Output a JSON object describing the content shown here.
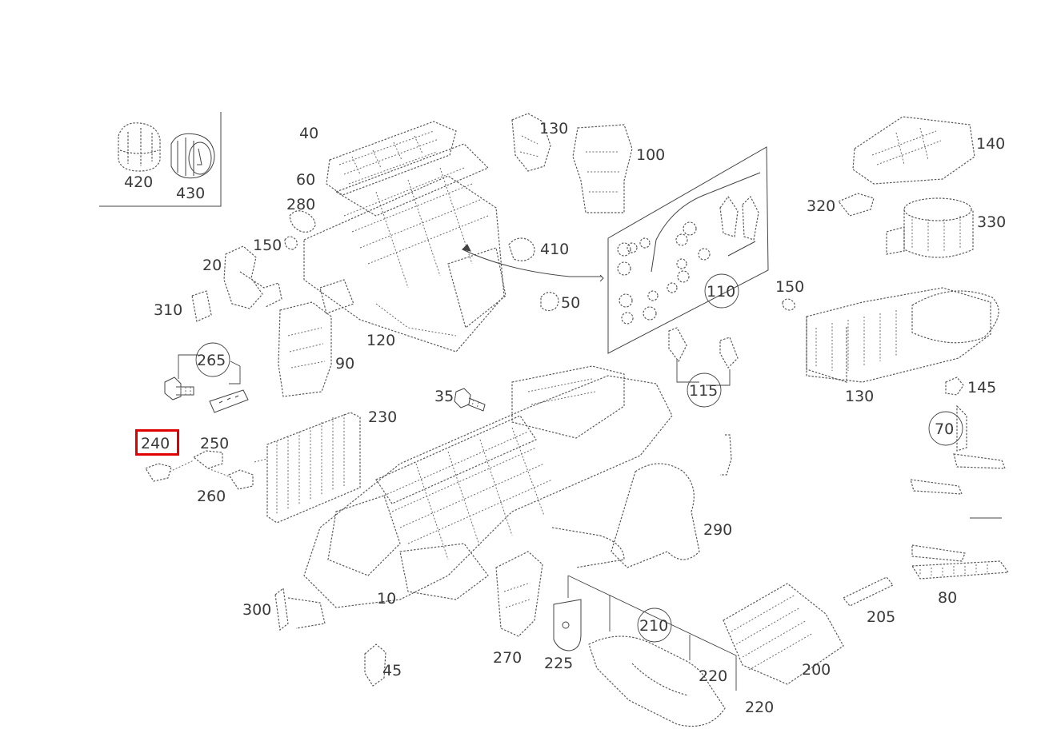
{
  "diagram": {
    "highlight_color": "#e00000",
    "highlighted_label": "240",
    "labels": [
      {
        "id": "420",
        "text": "420"
      },
      {
        "id": "430",
        "text": "430"
      },
      {
        "id": "40",
        "text": "40"
      },
      {
        "id": "60",
        "text": "60"
      },
      {
        "id": "280",
        "text": "280"
      },
      {
        "id": "150a",
        "text": "150"
      },
      {
        "id": "20",
        "text": "20"
      },
      {
        "id": "310",
        "text": "310"
      },
      {
        "id": "130a",
        "text": "130"
      },
      {
        "id": "100",
        "text": "100"
      },
      {
        "id": "410",
        "text": "410"
      },
      {
        "id": "50",
        "text": "50"
      },
      {
        "id": "120",
        "text": "120"
      },
      {
        "id": "110",
        "text": "110"
      },
      {
        "id": "115",
        "text": "115"
      },
      {
        "id": "140",
        "text": "140"
      },
      {
        "id": "320",
        "text": "320"
      },
      {
        "id": "330",
        "text": "330"
      },
      {
        "id": "150b",
        "text": "150"
      },
      {
        "id": "130b",
        "text": "130"
      },
      {
        "id": "145",
        "text": "145"
      },
      {
        "id": "70",
        "text": "70"
      },
      {
        "id": "265",
        "text": "265"
      },
      {
        "id": "90",
        "text": "90"
      },
      {
        "id": "35",
        "text": "35"
      },
      {
        "id": "230",
        "text": "230"
      },
      {
        "id": "240",
        "text": "240"
      },
      {
        "id": "250",
        "text": "250"
      },
      {
        "id": "260",
        "text": "260"
      },
      {
        "id": "290",
        "text": "290"
      },
      {
        "id": "80",
        "text": "80"
      },
      {
        "id": "300",
        "text": "300"
      },
      {
        "id": "10",
        "text": "10"
      },
      {
        "id": "205",
        "text": "205"
      },
      {
        "id": "210",
        "text": "210"
      },
      {
        "id": "270",
        "text": "270"
      },
      {
        "id": "225",
        "text": "225"
      },
      {
        "id": "220a",
        "text": "220"
      },
      {
        "id": "220b",
        "text": "220"
      },
      {
        "id": "200",
        "text": "200"
      },
      {
        "id": "45",
        "text": "45"
      }
    ]
  }
}
